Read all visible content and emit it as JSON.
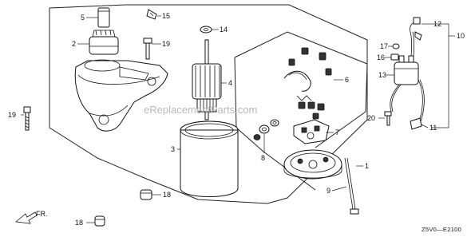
{
  "callouts": {
    "c1": "1",
    "c2": "2",
    "c3": "3",
    "c4": "4",
    "c5": "5",
    "c6": "6",
    "c7": "7",
    "c8": "8",
    "c9": "9",
    "c10": "10",
    "c11": "11",
    "c12": "12",
    "c13": "13",
    "c14": "14",
    "c15": "15",
    "c16": "16",
    "c17": "17",
    "c18a": "18",
    "c18b": "18",
    "c19a": "19",
    "c19b": "19",
    "c20": "20"
  },
  "direction_label": "FR.",
  "diagram_code": "Z5V0—E2100",
  "watermark": "eReplacementParts.com"
}
